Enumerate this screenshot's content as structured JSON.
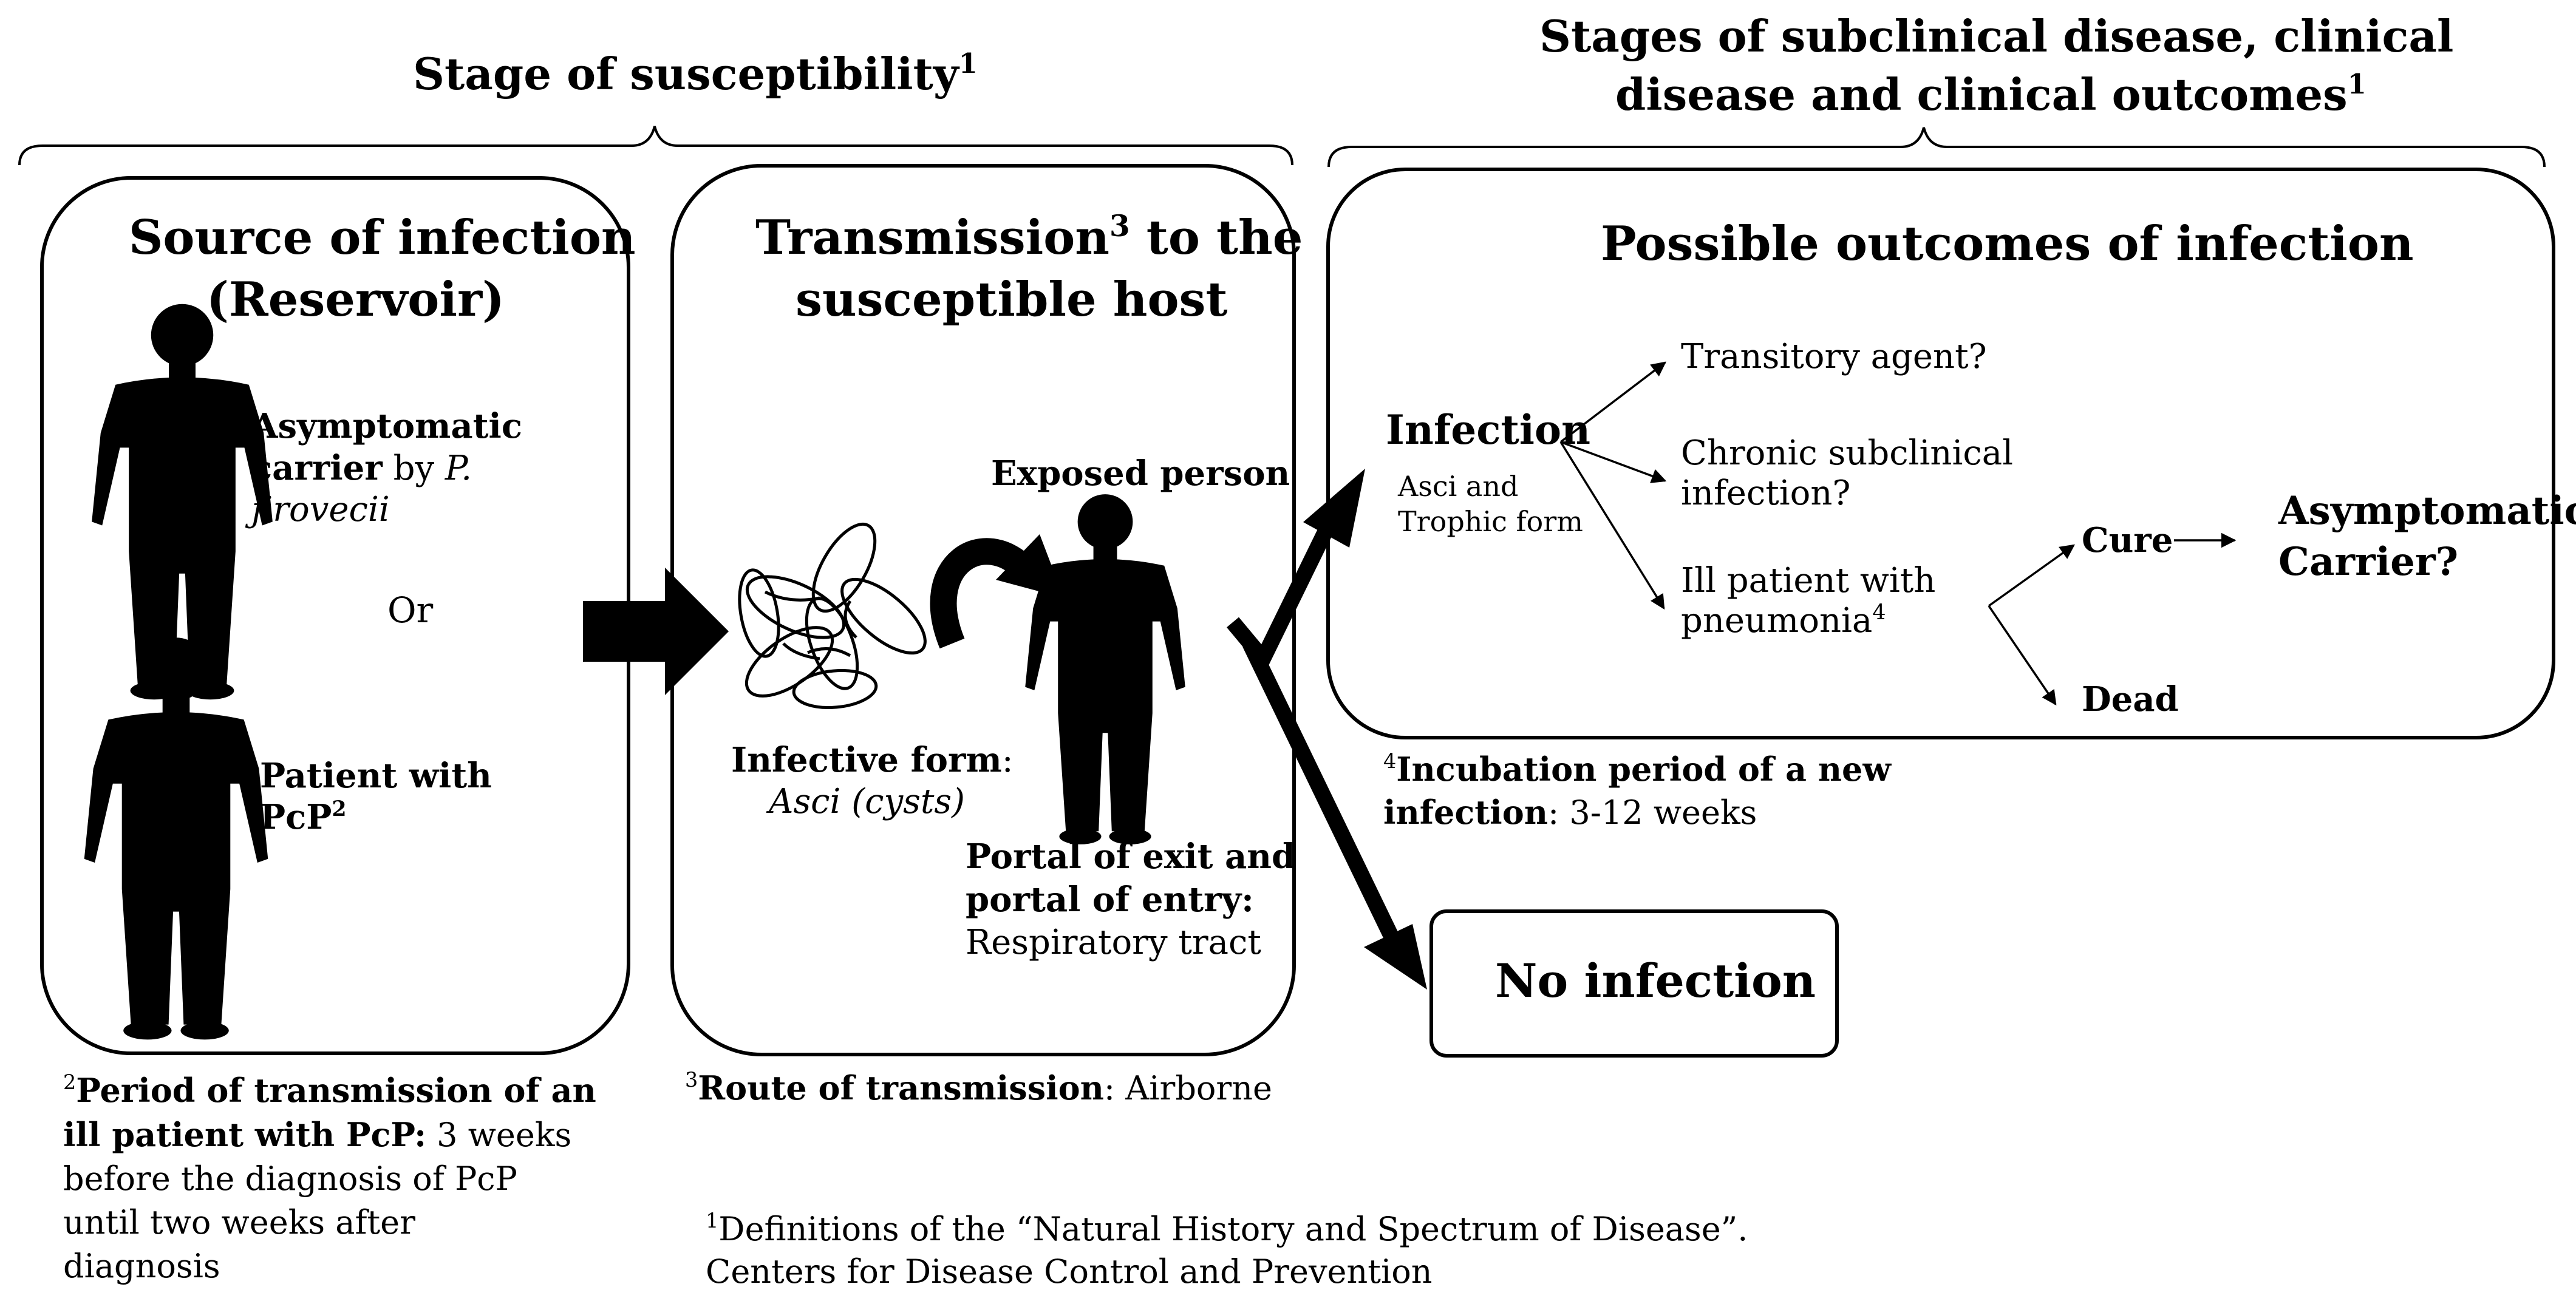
{
  "headers": {
    "susceptibility": "Stage of susceptibility",
    "susceptibility_sup": "1",
    "subclinical_line1": "Stages of subclinical disease, clinical",
    "subclinical_line2": "disease and clinical outcomes",
    "subclinical_sup": "1"
  },
  "source_box": {
    "title_line1": "Source of infection",
    "title_line2": "(Reservoir)",
    "carrier_bold_1": "Asymptomatic",
    "carrier_bold_2": "carrier",
    "carrier_by": " by ",
    "carrier_species_1": "P.",
    "carrier_species_2": "jirovecii",
    "or_label": "Or",
    "patient_line1": "Patient with",
    "patient_line2": "PcP",
    "patient_sup": "2"
  },
  "transmission_box": {
    "title_line1": "Transmission",
    "title_sup": "3",
    "title_line1_rest": " to the",
    "title_line2": "susceptible host",
    "exposed_person": "Exposed person",
    "infective_form_label": "Infective form",
    "infective_form_colon": ":",
    "infective_form_value": "Asci (cysts)",
    "portal_line1": "Portal of exit and",
    "portal_line2": "portal of entry:",
    "portal_value": "Respiratory tract"
  },
  "outcomes_box": {
    "title": "Possible outcomes of infection",
    "infection_label": "Infection",
    "infection_sub_1": "Asci and",
    "infection_sub_2": "Trophic form",
    "transitory": "Transitory agent?",
    "chronic_1": "Chronic subclinical",
    "chronic_2": "infection?",
    "ill_1": "Ill patient with",
    "ill_2": "pneumonia",
    "ill_sup": "4",
    "cure": "Cure",
    "dead": "Dead",
    "carrier_1": "Asymptomatic",
    "carrier_2": "Carrier?"
  },
  "no_infection": "No infection",
  "footnotes": {
    "fn2_sup": "2",
    "fn2_bold_1": "Period of transmission of an",
    "fn2_bold_2": "ill patient with PcP:",
    "fn2_rest_2": " 3 weeks",
    "fn2_line3": "before the diagnosis of PcP",
    "fn2_line4": "until two weeks after",
    "fn2_line5": "diagnosis",
    "fn3_sup": "3",
    "fn3_bold": "Route of transmission",
    "fn3_rest": ": Airborne",
    "fn4_sup": "4",
    "fn4_bold_1": "Incubation period of a new",
    "fn4_bold_2": "infection",
    "fn4_rest_2": ": 3-12 weeks",
    "fn1_sup": "1",
    "fn1_line1": "Definitions of the “Natural History and Spectrum of Disease”.",
    "fn1_line2": "Centers for Disease Control and Prevention"
  },
  "colors": {
    "ink": "#000000",
    "background": "#ffffff"
  },
  "icons": [
    "human-silhouette-icon",
    "asci-cyst-cluster-icon"
  ]
}
